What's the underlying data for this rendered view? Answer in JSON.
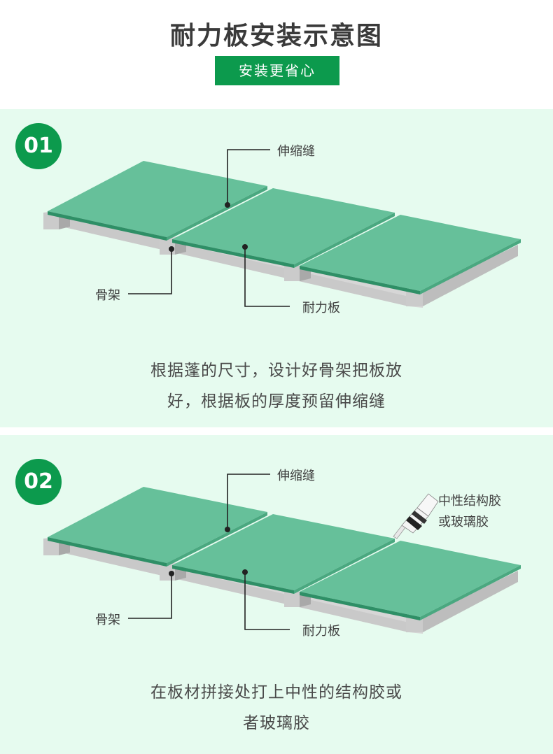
{
  "header": {
    "title": "耐力板安装示意图",
    "subtitle": "安装更省心"
  },
  "steps": [
    {
      "number": "01",
      "labels": {
        "joint": "伸缩缝",
        "frame": "骨架",
        "board": "耐力板"
      },
      "caption_line1": "根据蓬的尺寸，设计好骨架把板放",
      "caption_line2": "好，根据板的厚度预留伸缩缝"
    },
    {
      "number": "02",
      "labels": {
        "joint": "伸缩缝",
        "frame": "骨架",
        "board": "耐力板",
        "glue_line1": "中性结构胶",
        "glue_line2": "或玻璃胶"
      },
      "caption_line1": "在板材拼接处打上中性的结构胶或",
      "caption_line2": "者玻璃胶"
    }
  ],
  "colors": {
    "accent": "#0c9a4d",
    "panel_bg": "#e6fbef",
    "board_top": "#66c09a",
    "board_edge": "#2e8f66",
    "frame_top": "#d5d5d5",
    "frame_side": "#b2b2b2"
  },
  "icons": [
    "glue-gun-icon",
    "leader-dot-icon"
  ]
}
